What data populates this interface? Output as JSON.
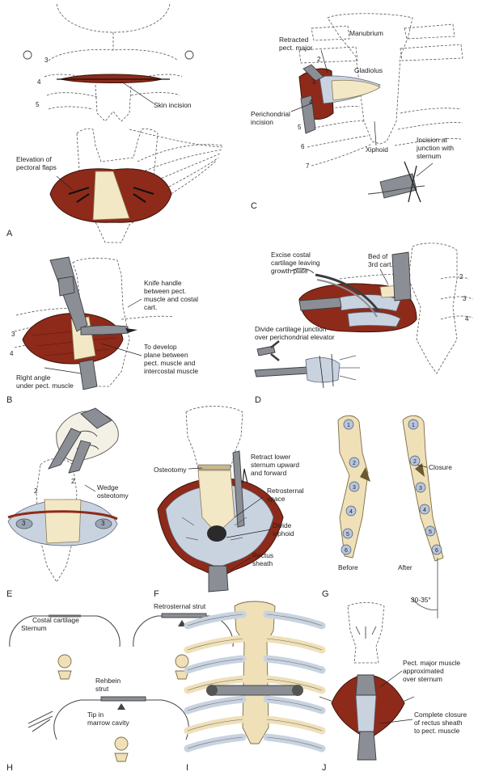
{
  "panels": {
    "A": {
      "letter": "A",
      "rib_labels": [
        "3",
        "4",
        "5"
      ],
      "skin_incision": "Skin incision",
      "elevation": [
        "Elevation of",
        "pectoral flaps"
      ]
    },
    "B": {
      "letter": "B",
      "rib_labels": [
        "3",
        "4"
      ],
      "knife_handle": [
        "Knife handle",
        "between pect.",
        "muscle and costal",
        "cart."
      ],
      "develop_plane": [
        "To develop",
        "plane between",
        "pect. muscle and",
        "intercostal muscle"
      ],
      "right_angle": [
        "Right angle",
        "under pect. muscle"
      ]
    },
    "C": {
      "letter": "C",
      "manubrium": "Manubrium",
      "retracted": [
        "Retracted",
        "pect. major"
      ],
      "gladiolus": "Gladiolus",
      "perichondrial": [
        "Perichondrial",
        "incision"
      ],
      "xiphoid": "Xiphoid",
      "incision_junction": [
        "Incision at",
        "junction with",
        "sternum"
      ],
      "rib_labels": [
        "2",
        "3",
        "4",
        "5",
        "6",
        "7"
      ]
    },
    "D": {
      "letter": "D",
      "excise": [
        "Excise costal",
        "cartilage leaving",
        "growth plate"
      ],
      "bed": [
        "Bed of",
        "3rd cart."
      ],
      "divide": [
        "Divide cartilage junction",
        "over perichondrial elevator"
      ],
      "rib_labels": [
        "2",
        "3",
        "4"
      ]
    },
    "E": {
      "letter": "E",
      "wedge": [
        "Wedge",
        "osteotomy"
      ],
      "rib_labels": [
        "2",
        "2",
        "3",
        "3"
      ]
    },
    "F": {
      "letter": "F",
      "osteotomy": "Osteotomy",
      "retract": [
        "Retract lower",
        "sternum upward",
        "and forward"
      ],
      "retrosternal": [
        "Retrosternal",
        "space"
      ],
      "divide_xiphoid": [
        "Divide",
        "xiphoid"
      ],
      "rectus": [
        "Rectus",
        "sheath"
      ]
    },
    "G": {
      "letter": "G",
      "closure": "Closure",
      "before": "Before",
      "after": "After",
      "angle": "30-35°",
      "rib_numbers": [
        "1",
        "2",
        "3",
        "4",
        "5",
        "6"
      ]
    },
    "H": {
      "letter": "H",
      "costal_cartilage": "Costal cartilage",
      "sternum": "Sternum",
      "retrosternal_strut": "Retrosternal strut",
      "rehbein": [
        "Rehbein",
        "strut"
      ],
      "tip": [
        "Tip in",
        "marrow cavity"
      ]
    },
    "I": {
      "letter": "I"
    },
    "J": {
      "letter": "J",
      "pect_major": [
        "Pect. major muscle",
        "approximated",
        "over sternum"
      ],
      "complete_closure": [
        "Complete closure",
        "of rectus sheath",
        "to pect. muscle"
      ]
    }
  },
  "colors": {
    "muscle": "#8e2a1a",
    "cartilage": "#f3e8c6",
    "cartilage_blue": "#c9d3e0",
    "instrument": "#8b8f95"
  }
}
